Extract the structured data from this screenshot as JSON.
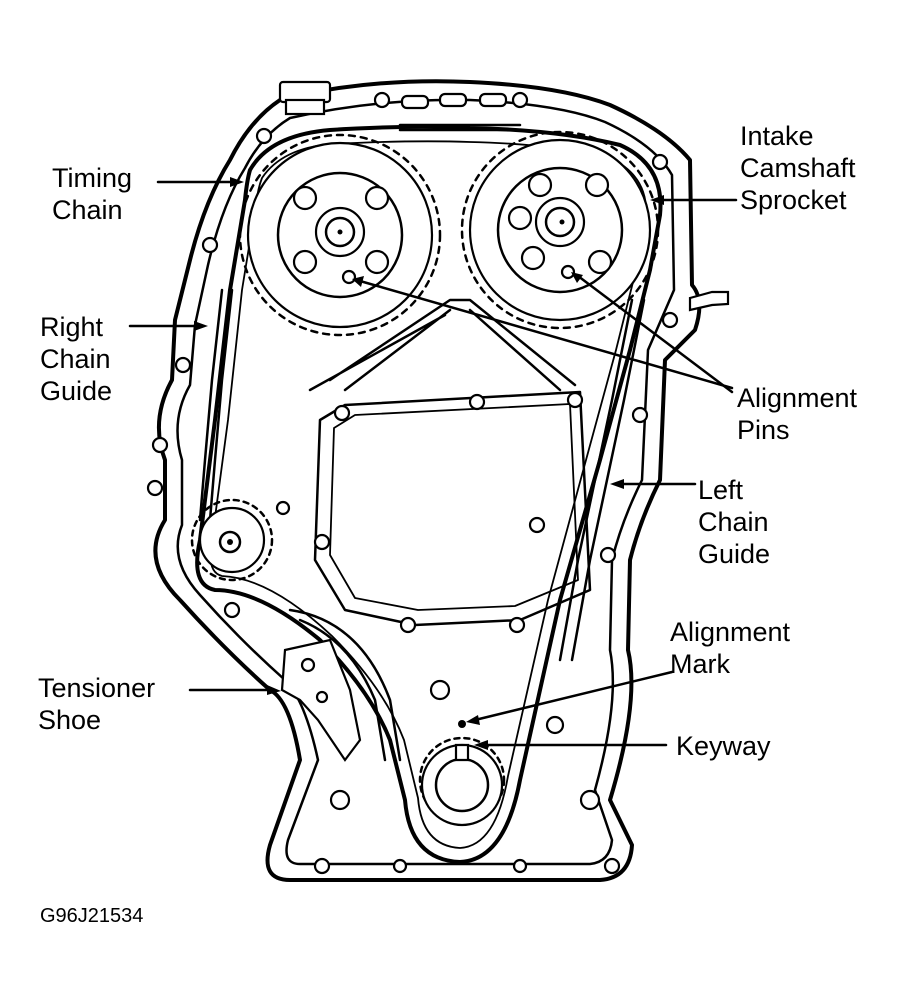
{
  "labels": {
    "timing_chain": [
      "Timing",
      "Chain"
    ],
    "right_chain_guide": [
      "Right",
      "Chain",
      "Guide"
    ],
    "tensioner_shoe": [
      "Tensioner",
      "Shoe"
    ],
    "intake_camshaft_sprocket": [
      "Intake",
      "Camshaft",
      "Sprocket"
    ],
    "alignment_pins": [
      "Alignment",
      "Pins"
    ],
    "left_chain_guide": [
      "Left",
      "Chain",
      "Guide"
    ],
    "alignment_mark": [
      "Alignment",
      "Mark"
    ],
    "keyway": [
      "Keyway"
    ]
  },
  "figure_id": "G96J21534",
  "colors": {
    "ink": "#000000",
    "paper": "#ffffff"
  }
}
